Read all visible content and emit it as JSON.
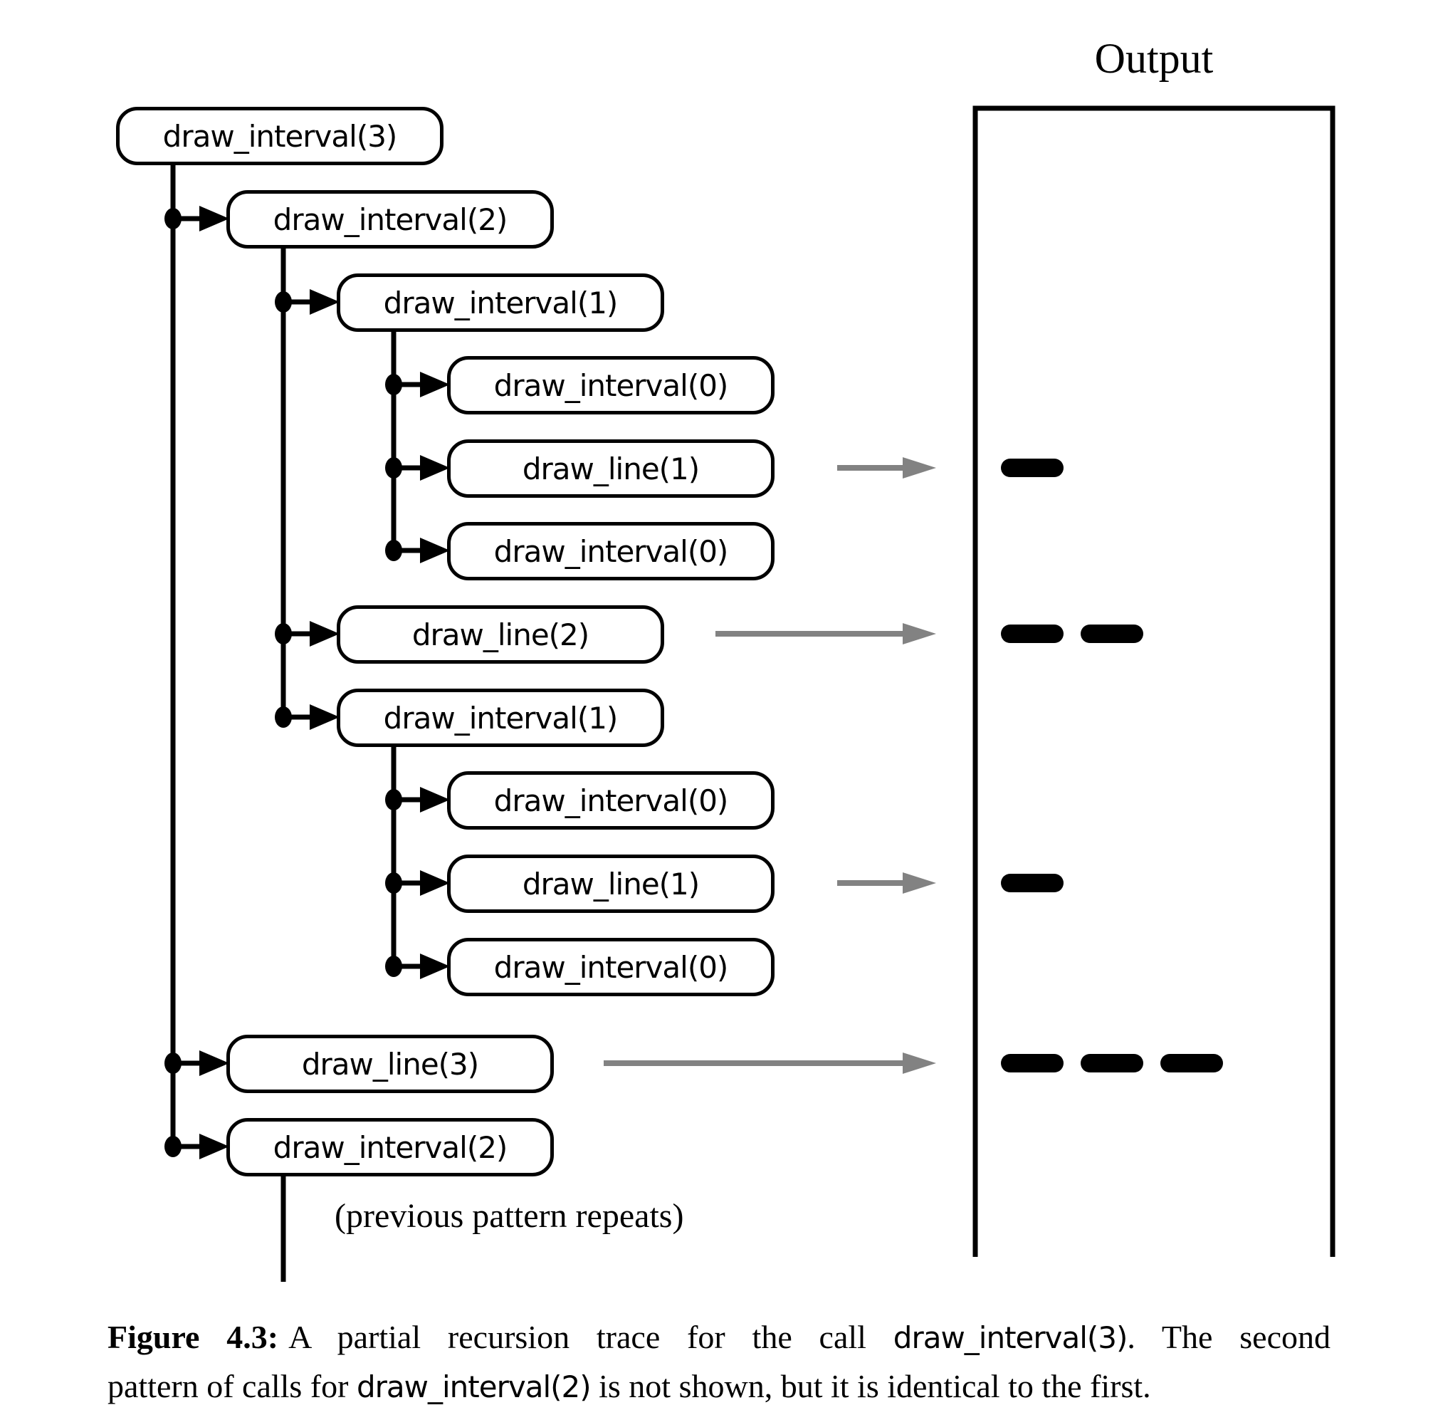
{
  "figure": {
    "output_label": "Output",
    "repeat_note": "(previous pattern repeats)",
    "tree": {
      "root": "draw_interval(3)",
      "nodes": [
        {
          "label": "draw_interval(3)",
          "level": 0
        },
        {
          "label": "draw_interval(2)",
          "level": 1
        },
        {
          "label": "draw_interval(1)",
          "level": 2
        },
        {
          "label": "draw_interval(0)",
          "level": 3
        },
        {
          "label": "draw_line(1)",
          "level": 3
        },
        {
          "label": "draw_interval(0)",
          "level": 3
        },
        {
          "label": "draw_line(2)",
          "level": 2
        },
        {
          "label": "draw_interval(1)",
          "level": 2
        },
        {
          "label": "draw_interval(0)",
          "level": 3
        },
        {
          "label": "draw_line(1)",
          "level": 3
        },
        {
          "label": "draw_interval(0)",
          "level": 3
        },
        {
          "label": "draw_line(3)",
          "level": 1
        },
        {
          "label": "draw_interval(2)",
          "level": 1
        }
      ]
    },
    "output_rows": [
      {
        "source": "draw_line(1)",
        "dashes": 1
      },
      {
        "source": "draw_line(2)",
        "dashes": 2
      },
      {
        "source": "draw_line(1)",
        "dashes": 1
      },
      {
        "source": "draw_line(3)",
        "dashes": 3
      }
    ],
    "caption": {
      "tag": "Figure 4.3:",
      "line1_pre": "A partial recursion trace for the call ",
      "line1_code": "draw_interval(3)",
      "line1_post": ". The second",
      "line2_pre": "pattern of calls for ",
      "line2_code": "draw_interval(2)",
      "line2_post": " is not shown, but it is identical to the first."
    },
    "colors": {
      "ink": "#000000",
      "arrow_gray": "#828282",
      "background": "#ffffff"
    }
  }
}
